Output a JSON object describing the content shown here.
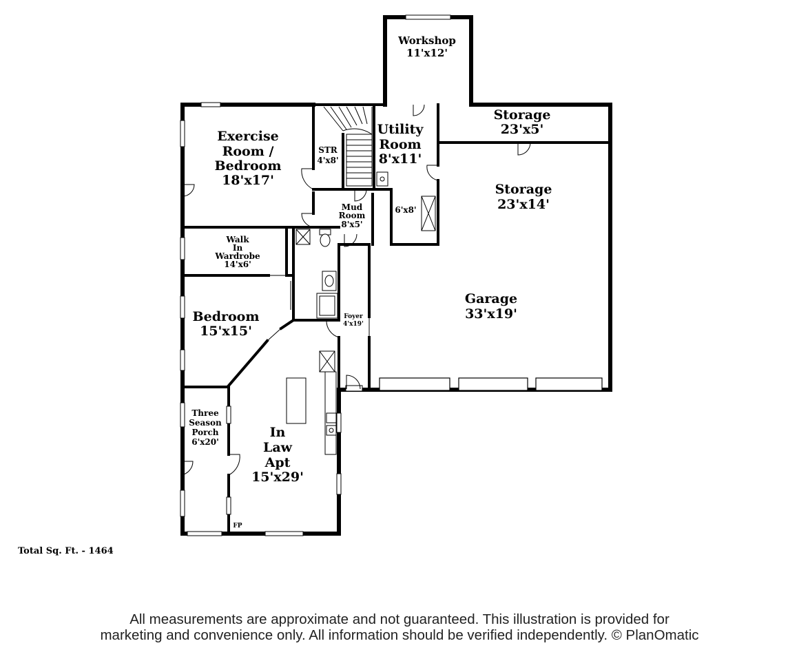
{
  "rooms": {
    "workshop": {
      "name": "Workshop",
      "size": "11'x12'"
    },
    "exercise": {
      "name_lines": [
        "Exercise",
        "Room /",
        "Bedroom"
      ],
      "size": "18'x17'"
    },
    "str": {
      "name": "STR",
      "size": "4'x8'"
    },
    "utility": {
      "name_lines": [
        "Utility",
        "Room"
      ],
      "size": "8'x11'"
    },
    "storage_small": {
      "name": "Storage",
      "size": "23'x5'"
    },
    "storage_large": {
      "name": "Storage",
      "size": "23'x14'"
    },
    "mud": {
      "name_lines": [
        "Mud",
        "Room"
      ],
      "size": "8'x5'"
    },
    "closet": {
      "size": "6'x8'"
    },
    "wardrobe": {
      "name_lines": [
        "Walk",
        "In",
        "Wardrobe"
      ],
      "size": "14'x6'"
    },
    "bedroom": {
      "name": "Bedroom",
      "size": "15'x15'"
    },
    "foyer": {
      "name": "Foyer",
      "size": "4'x19'"
    },
    "garage": {
      "name": "Garage",
      "size": "33'x19'"
    },
    "porch": {
      "name_lines": [
        "Three",
        "Season",
        "Porch"
      ],
      "size": "6'x20'"
    },
    "inlaw": {
      "name_lines": [
        "In",
        "Law",
        "Apt"
      ],
      "size": "15'x29'"
    },
    "fireplace": {
      "label": "FP"
    }
  },
  "total_sqft": "Total Sq. Ft. - 1464",
  "disclaimer": {
    "line1": "All measurements are approximate and not guaranteed. This illustration is provided for",
    "line2": "marketing and convenience only. All information should be verified independently. © PlanOmatic"
  }
}
